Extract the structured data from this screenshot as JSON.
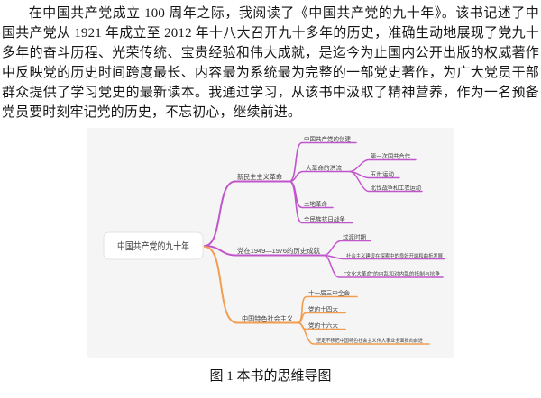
{
  "document": {
    "body_text": "在中国共产党成立 100 周年之际，我阅读了《中国共产党的九十年》。该书记述了中国共产党从 1921 年成立至 2012 年十八大召开九十多年的历史，准确生动地展现了党九十多年的奋斗历程、光荣传统、宝贵经验和伟大成就，是迄今为止国内公开出版的权威著作中反映党的历史时间跨度最长、内容最为系统最为完整的一部党史著作，为广大党员干部群众提供了学习党史的最新读本。我通过学习，从该书中汲取了精神营养，作为一名预备党员要时刻牢记党的历史，不忘初心，继续前进。",
    "figure_caption": "图 1 本书的思维导图"
  },
  "mindmap": {
    "root": "中国共产党的九十年",
    "colors": {
      "branch_purple": "#c155cb",
      "branch_orange": "#f29d4f",
      "canvas_background": "#f5f5f6",
      "node_text": "#3f3f3f"
    },
    "nodes": {
      "new_democratic_revolution": "新民主主义革命",
      "founding_of_ccp": "中国共产党的创建",
      "great_revolution_torrent": "大革命的洪流",
      "first_kmt_ccp_cooperation": "第一次国共合作",
      "may_30_movement": "五卅运动",
      "northern_expedition": "北伐战争和工农运动",
      "agrarian_revolution": "土地革命",
      "anti_japanese_war": "全民族抗日战争",
      "achievements_1949_1976": "党在1949—1976的历史成就",
      "transition_period": "过渡时期",
      "socialist_construction": "社会主义建设在探索中的良好开端和曲折发展",
      "cultural_revolution": "“文化大革命”的内乱和对内乱的抵制与抗争",
      "socialism_chinese_characteristics": "中国特色社会主义",
      "third_plenary_of_11th": "十一届三中全会",
      "party_14th_congress": "党的十四大",
      "party_16th_congress": "党的十六大",
      "advance_great_cause": "坚定不移把中国特色社会主义伟大事业全面推向前进"
    }
  }
}
